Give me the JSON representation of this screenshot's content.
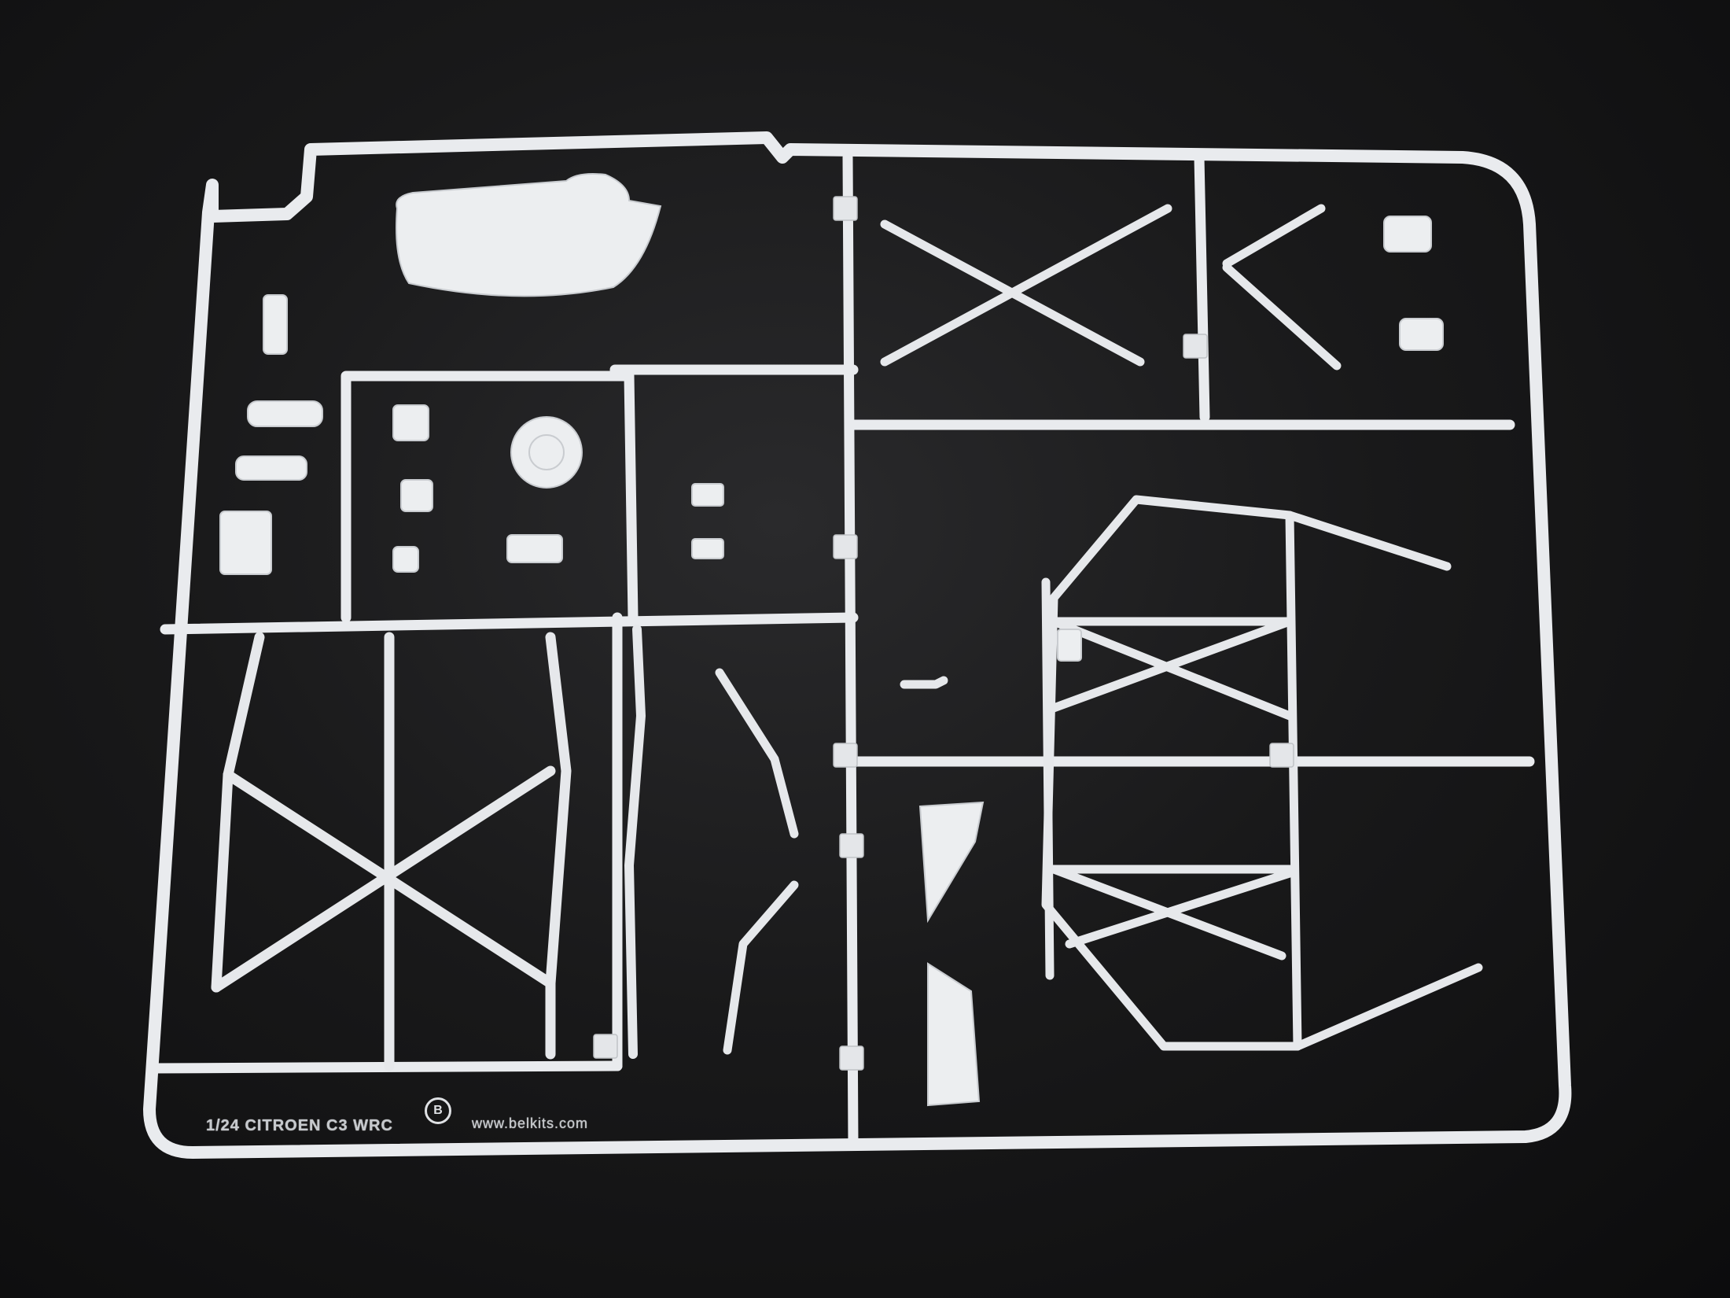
{
  "sprue": {
    "kit_label": "1/24 CITROEN C3 WRC",
    "url_label": "www.belkits.com",
    "part_badge": "B"
  },
  "colors": {
    "background": "#1b1b1c",
    "plastic": "#eceef0"
  }
}
